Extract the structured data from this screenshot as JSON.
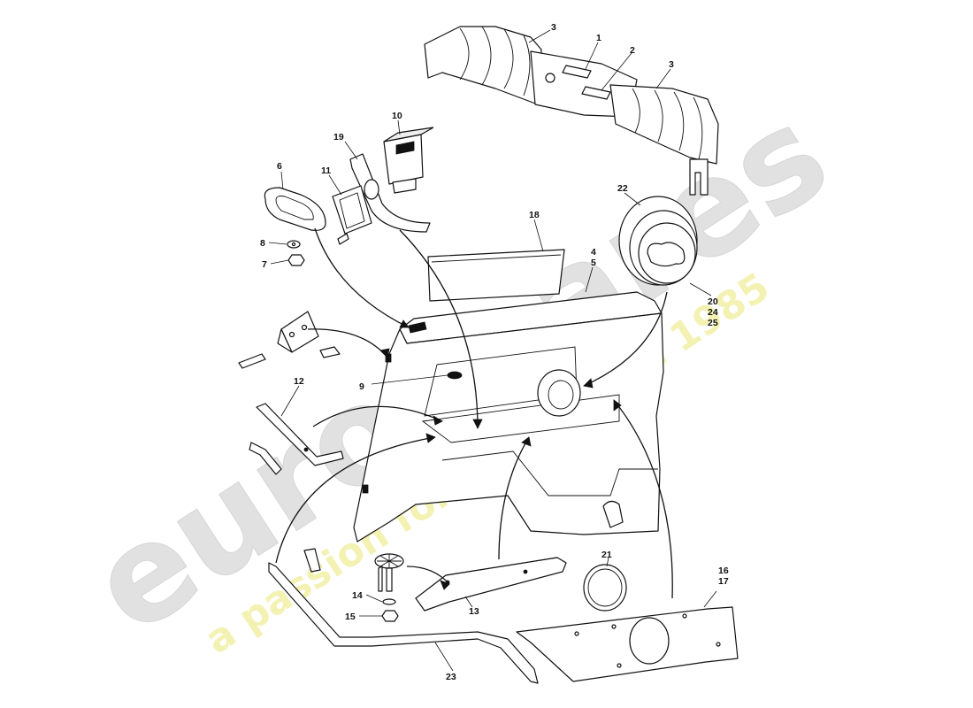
{
  "watermark": {
    "brand": "eurospares",
    "tagline": "a passion for parts since 1985",
    "brand_color": "#dcdcdc",
    "tagline_color": "#f1f0a6"
  },
  "callouts": {
    "c1": "1",
    "c2": "2",
    "c3a": "3",
    "c3b": "3",
    "c4": "4",
    "c5": "5",
    "c6": "6",
    "c7": "7",
    "c8": "8",
    "c9": "9",
    "c10": "10",
    "c11": "11",
    "c12": "12",
    "c13": "13",
    "c14": "14",
    "c15": "15",
    "c16": "16",
    "c17": "17",
    "c18": "18",
    "c19": "19",
    "c20": "20",
    "c21": "21",
    "c22": "22",
    "c23": "23",
    "c24": "24",
    "c25": "25"
  }
}
